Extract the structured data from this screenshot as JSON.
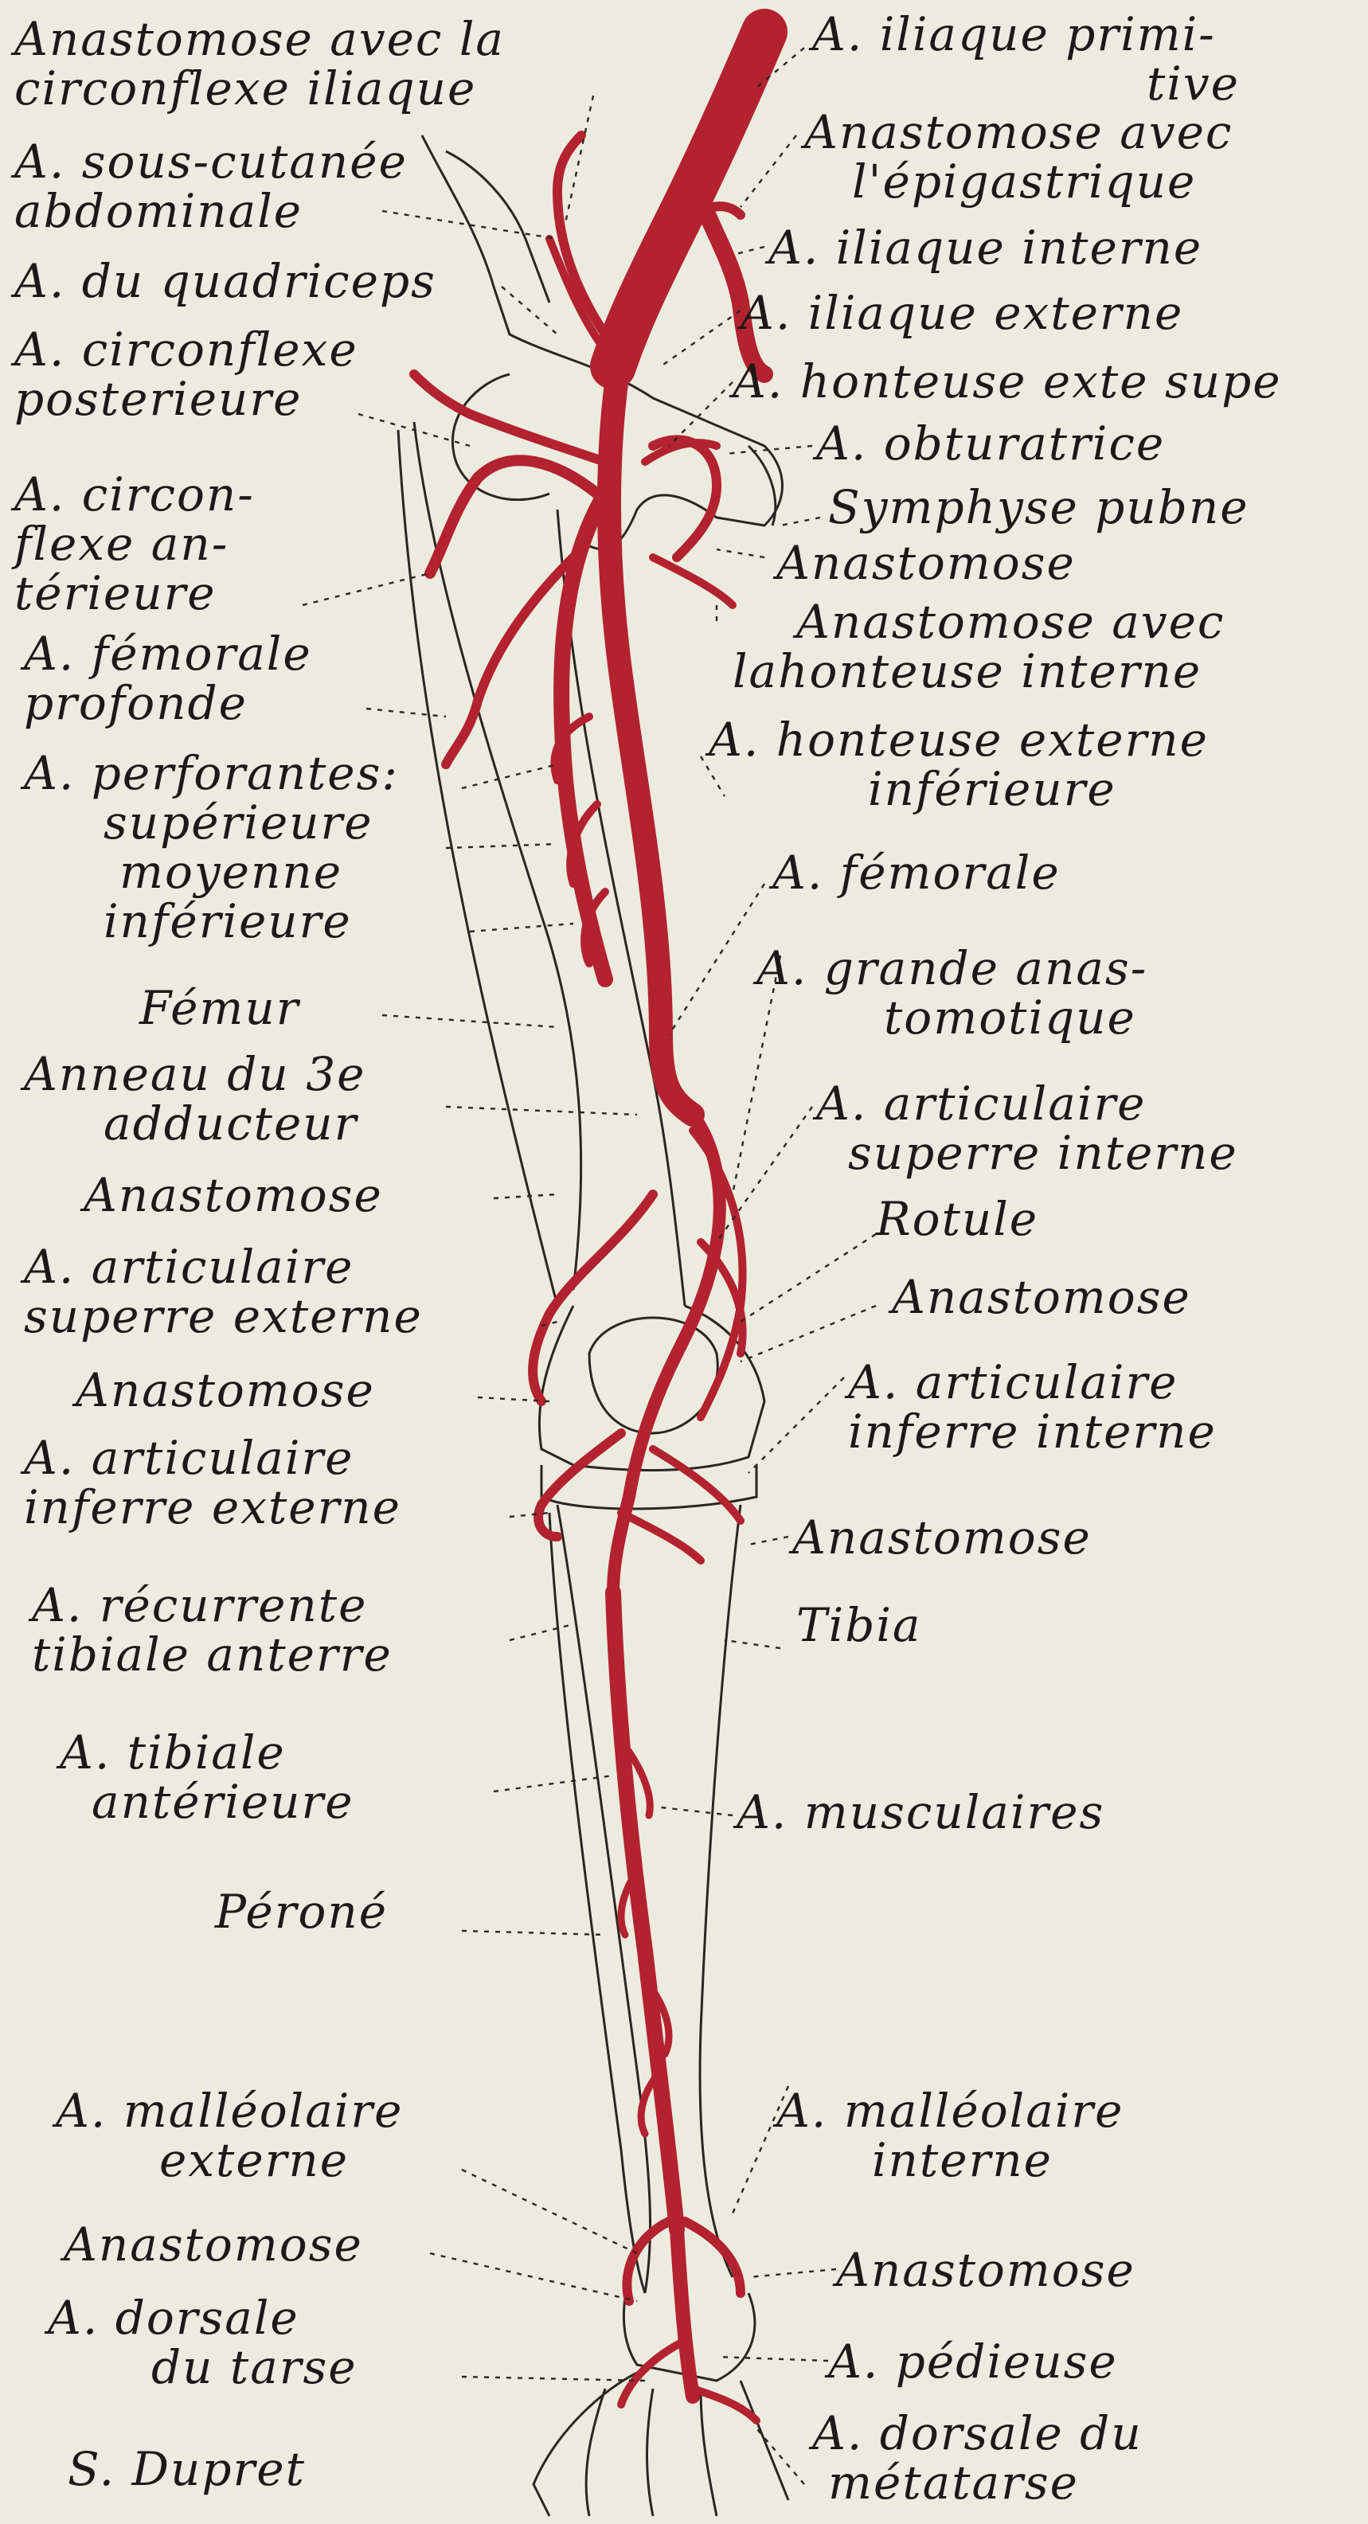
{
  "colors": {
    "background": "#ecebdf",
    "artery": "#b3222f",
    "outline": "#2a2622",
    "text": "#1c1a18"
  },
  "left_labels": {
    "anast_circonflexe": [
      "Anastomose avec la",
      "circonflexe iliaque"
    ],
    "sous_cutanee": [
      "A. sous-cutanée",
      "abdominale"
    ],
    "quadriceps": [
      "A. du quadriceps"
    ],
    "circ_post": [
      "A. circonflexe",
      "posterieure"
    ],
    "circ_ant": [
      "A. circon-",
      "flexe an-",
      "térieure"
    ],
    "fem_prof": [
      "A. fémorale",
      "profonde"
    ],
    "perforantes": [
      "A. perforantes:",
      "supérieure",
      "moyenne",
      "inférieure"
    ],
    "femur": [
      "Fémur"
    ],
    "anneau": [
      "Anneau du 3e",
      "adducteur"
    ],
    "anast_l1": [
      "Anastomose"
    ],
    "art_sup_ext": [
      "A. articulaire",
      "superre externe"
    ],
    "anast_l2": [
      "Anastomose"
    ],
    "art_inf_ext": [
      "A. articulaire",
      "inferre externe"
    ],
    "recurrente": [
      "A. récurrente",
      "tibiale anterre"
    ],
    "tib_ant": [
      "A. tibiale",
      "antérieure"
    ],
    "perone": [
      "Péroné"
    ],
    "malleo_ext": [
      "A. malléolaire",
      "externe"
    ],
    "anast_l3": [
      "Anastomose"
    ],
    "dorsale_tarse": [
      "A. dorsale",
      "du tarse"
    ],
    "signature": [
      "S. Dupret"
    ]
  },
  "right_labels": {
    "iliaque_prim": [
      "A. iliaque primi-",
      "tive"
    ],
    "anast_epig": [
      "Anastomose avec",
      "l'épigastrique"
    ],
    "iliaque_int": [
      "A. iliaque interne"
    ],
    "iliaque_ext": [
      "A. iliaque externe"
    ],
    "honteuse_sup": [
      "A. honteuse exte supe"
    ],
    "obturatrice": [
      "A. obturatrice"
    ],
    "symphyse": [
      "Symphyse pubne"
    ],
    "anast_r1": [
      "Anastomose"
    ],
    "anast_honteuse": [
      "Anastomose avec",
      "lahonteuse interne"
    ],
    "honteuse_inf": [
      "A. honteuse externe",
      "inférieure"
    ],
    "femorale": [
      "A. fémorale"
    ],
    "grande_anast": [
      "A. grande anas-",
      "tomotique"
    ],
    "art_sup_int": [
      "A. articulaire",
      "superre interne"
    ],
    "rotule": [
      "Rotule"
    ],
    "anast_r2": [
      "Anastomose"
    ],
    "art_inf_int": [
      "A. articulaire",
      "inferre interne"
    ],
    "anast_r3": [
      "Anastomose"
    ],
    "tibia": [
      "Tibia"
    ],
    "musculaires": [
      "A. musculaires"
    ],
    "malleo_int": [
      "A. malléolaire",
      "interne"
    ],
    "anast_r4": [
      "Anastomose"
    ],
    "pedieuse": [
      "A. pédieuse"
    ],
    "dorsale_metatarse": [
      "A. dorsale du",
      "métatarse"
    ]
  }
}
